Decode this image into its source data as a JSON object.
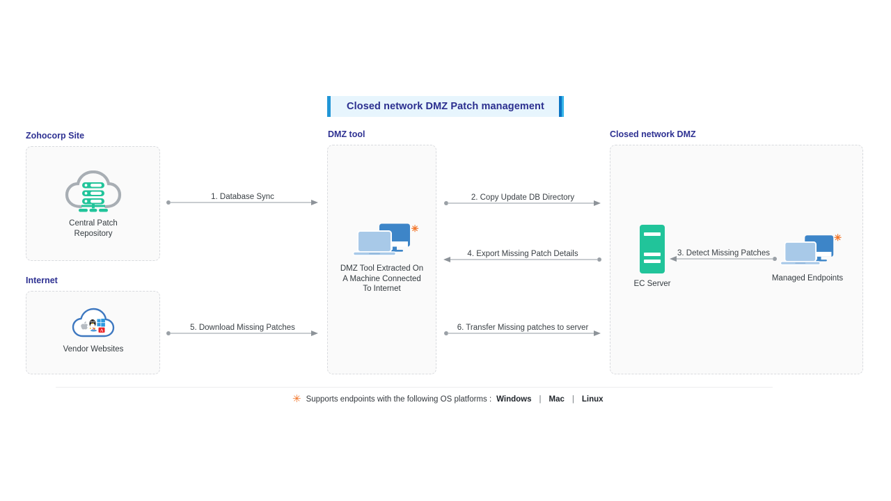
{
  "banner": {
    "title": "Closed network DMZ Patch management"
  },
  "sections": [
    {
      "id": "zohocorp",
      "label": "Zohocorp Site"
    },
    {
      "id": "internet",
      "label": "Internet"
    },
    {
      "id": "dmz_tool",
      "label": "DMZ tool"
    },
    {
      "id": "closed_network",
      "label": "Closed network DMZ"
    }
  ],
  "nodes": [
    {
      "id": "central_patch_repository",
      "caption": "Central Patch\nRepository",
      "icon": "cloud-server-icon",
      "asterisk": false
    },
    {
      "id": "vendor_websites",
      "caption": "Vendor Websites",
      "icon": "cloud-vendors-icon",
      "asterisk": false
    },
    {
      "id": "dmz_tool_machine",
      "caption": "DMZ Tool Extracted On\nA Machine Connected\nTo Internet",
      "icon": "monitor-laptop-icon",
      "asterisk": true
    },
    {
      "id": "ec_server",
      "caption": "EC Server",
      "icon": "server-tower-icon",
      "asterisk": false
    },
    {
      "id": "managed_endpoints",
      "caption": "Managed Endpoints",
      "icon": "monitor-laptop-icon",
      "asterisk": true
    }
  ],
  "connections": [
    {
      "id": "c1",
      "label": "1. Database Sync",
      "direction": "right"
    },
    {
      "id": "c2",
      "label": "2. Copy Update DB Directory",
      "direction": "right"
    },
    {
      "id": "c3",
      "label": "3. Detect Missing Patches",
      "direction": "left"
    },
    {
      "id": "c4",
      "label": "4. Export Missing Patch Details",
      "direction": "left"
    },
    {
      "id": "c5",
      "label": "5. Download Missing Patches",
      "direction": "right"
    },
    {
      "id": "c6",
      "label": "6. Transfer Missing patches to server",
      "direction": "right"
    }
  ],
  "footer": {
    "asterisk": "✳",
    "text": "Supports endpoints with the following OS platforms :",
    "platforms": [
      "Windows",
      "Mac",
      "Linux"
    ],
    "separator": "|"
  },
  "colors": {
    "banner_bg": "#e7f5fd",
    "banner_accent": "#2196d6",
    "title_text": "#2b2f8f",
    "section_label": "#2e3192",
    "server_green": "#21c49a",
    "monitor_blue": "#3d85c8",
    "laptop_blue": "#a8c9e8",
    "asterisk_orange": "#f3762a",
    "zone_border": "#d8dade",
    "arrow_gray": "#9aa0a6"
  },
  "asterisk_glyph": "✳",
  "marker_glyph": "✳"
}
